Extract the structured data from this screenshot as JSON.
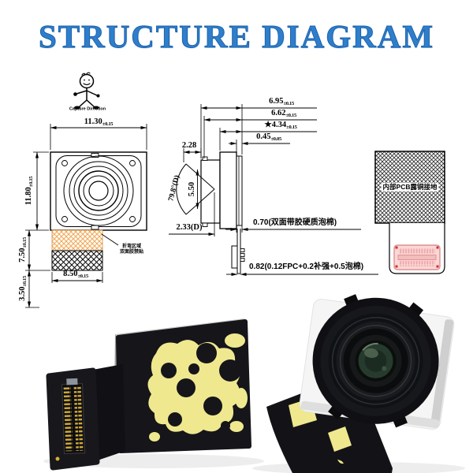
{
  "title": "STRUCTURE DIAGRAM",
  "capture": {
    "label": "Capture Direction"
  },
  "front_view": {
    "width": {
      "value": "11.30",
      "tol": "±0.15"
    },
    "height": {
      "value": "11.80",
      "tol": "±0.15"
    },
    "bend_len": {
      "value": "7.50",
      "tol": "±0.15"
    },
    "tail_len": {
      "value": "3.50",
      "tol": "±0.15"
    },
    "fpc_width": {
      "value": "8.50",
      "tol": "±0.15"
    },
    "note_line1": "折弯区域",
    "note_line2": "双面胶禁贴"
  },
  "side_view": {
    "total_depth": {
      "value": "6.95",
      "tol": "±0.15"
    },
    "body_depth": {
      "value": "6.62",
      "tol": "±0.15"
    },
    "star_depth": {
      "value": "★4.34",
      "tol": "±0.15"
    },
    "foam_gap": {
      "value": "0.45",
      "tol": "±0.05"
    },
    "lens_offset": "2.28",
    "fov_angle": "79.8°(D)",
    "aperture": "5.50",
    "lens_protrusion": "2.33(D)",
    "foam_note": "0.70(双面带胶硬质泡棉)",
    "stack_note": "0.82(0.12FPC+0.2补强+0.5泡棉)"
  },
  "back_view": {
    "ground_note": "内部PCB露铜接地"
  },
  "colors": {
    "title_blue": "#2e7ecb",
    "copper_yellow": "#efe88f",
    "connector_pink": "#fbd7d7",
    "hatch_orange": "#f0a85c",
    "gold": "#d4af37"
  }
}
